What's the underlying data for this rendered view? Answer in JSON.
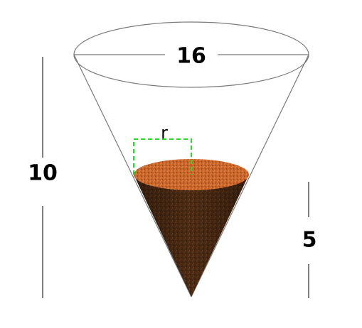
{
  "diagram": {
    "top_diameter_label": "16",
    "height_label": "10",
    "fill_height_label": "5",
    "fill_radius_label": "r",
    "colors": {
      "outline": "#7a7a7a",
      "dimension_line": "#555555",
      "radius_marker": "#22dd22",
      "soil_surface": "#c8642a",
      "soil_body": "#4a2a14"
    }
  }
}
